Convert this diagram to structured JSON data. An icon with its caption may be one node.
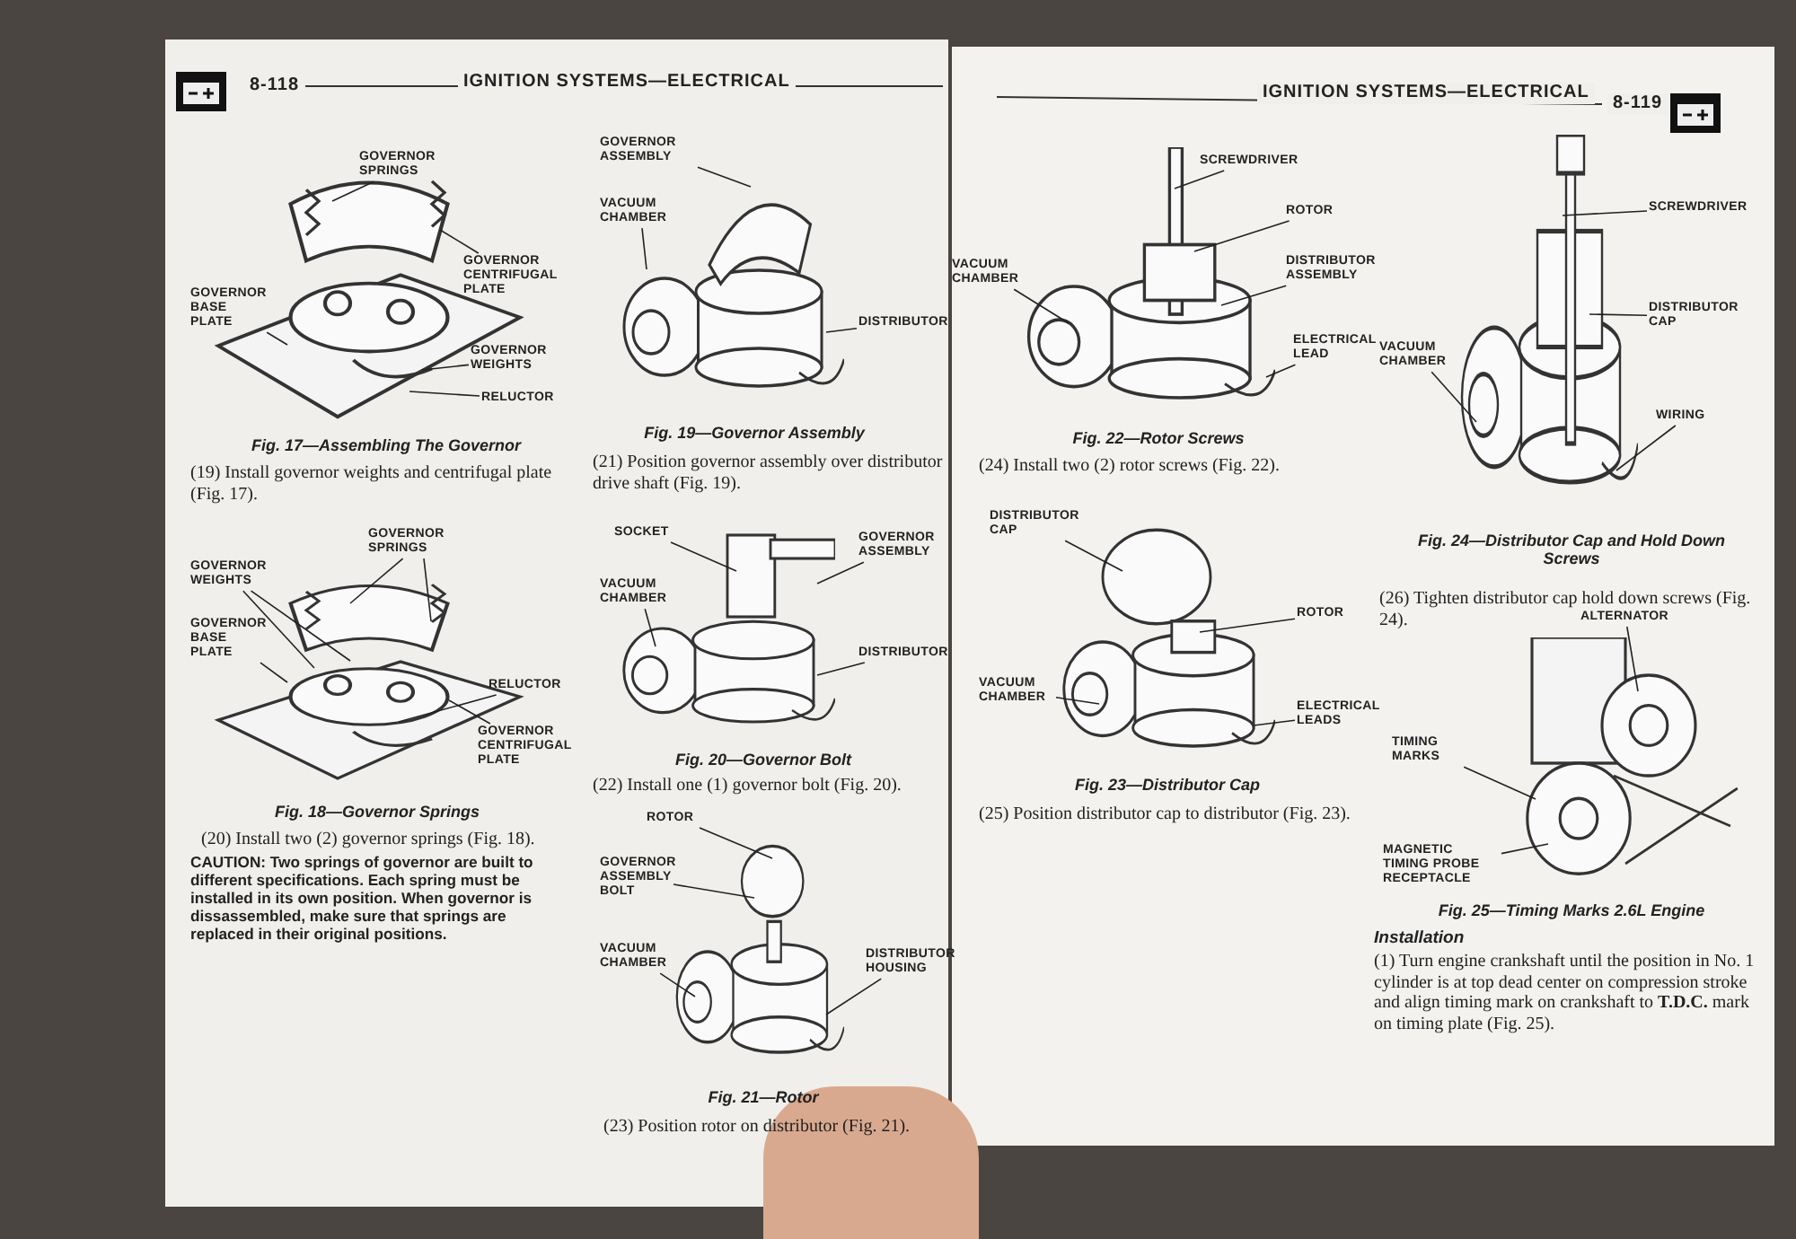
{
  "diagram": {
    "nodes": [
      {
        "text": [
          "GOVERNOR SPRINGS"
        ]
      },
      {
        "text": [
          "GOVERNOR CENTRIFUGAL PLATE"
        ]
      },
      {
        "text": [
          "GOVERNOR BASE PLATE"
        ]
      },
      {
        "text": [
          "GOVERNOR WEIGHTS"
        ]
      },
      {
        "text": [
          "RELUCTOR"
        ]
      },
      {
        "text": [
          "GOVERNOR ASSEMBLY"
        ]
      },
      {
        "text": [
          "VACUUM CHAMBER"
        ]
      },
      {
        "text": [
          "DISTRIBUTOR"
        ]
      },
      {
        "text": [
          "GOVERNOR SPRINGS"
        ]
      },
      {
        "text": [
          "GOVERNOR BASE PLATE"
        ]
      },
      {
        "text": [
          "GOVERNOR WEIGHTS"
        ]
      },
      {
        "text": [
          "RELUCTOR"
        ]
      },
      {
        "text": [
          "GOVERNOR CENTRIFUGAL PLATE"
        ]
      },
      {
        "text": [
          "SOCKET"
        ]
      },
      {
        "text": [
          "VACUUM CHAMBER"
        ]
      },
      {
        "text": [
          "GOVERNOR ASSEMBLY"
        ]
      },
      {
        "text": [
          "DISTRIBUTOR"
        ]
      },
      {
        "text": [
          "ROTOR"
        ]
      },
      {
        "text": [
          "GOVERNOR ASSEMBLY BOLT"
        ]
      },
      {
        "text": [
          "VACUUM CHAMBER"
        ]
      },
      {
        "text": [
          "DISTRIBUTOR HOUSING"
        ]
      },
      {
        "text": [
          "SCREWDRIVER"
        ]
      },
      {
        "text": [
          "ROTOR"
        ]
      },
      {
        "text": [
          "DISTRIBUTOR ASSEMBLY"
        ]
      },
      {
        "text": [
          "VACUUM CHAMBER"
        ]
      },
      {
        "text": [
          "ELECTRICAL LEAD"
        ]
      },
      {
        "text": [
          "DISTRIBUTOR CAP"
        ]
      },
      {
        "text": [
          "ROTOR"
        ]
      },
      {
        "text": [
          "VACUUM CHAMBER"
        ]
      },
      {
        "text": [
          "ELECTRICAL LEADS"
        ]
      },
      {
        "text": [
          "SCREWDRIVER"
        ]
      },
      {
        "text": [
          "DISTRIBUTOR CAP"
        ]
      },
      {
        "text": [
          "VACUUM CHAMBER"
        ]
      },
      {
        "text": [
          "WIRING"
        ]
      },
      {
        "text": [
          "ALTERNATOR"
        ]
      },
      {
        "text": [
          "TIMING MARKS"
        ]
      },
      {
        "text": [
          "MAGNETIC TIMING PROBE RECEPTACLE"
        ]
      },
      {
        "text": [],
        "shape": "picture",
        "beside": [
          "Fig. 17—Assembling The Governor"
        ]
      },
      {
        "text": [],
        "shape": "picture",
        "beside": [
          "Fig. 19—Governor Assembly"
        ]
      },
      {
        "text": [],
        "shape": "picture",
        "beside": [
          "Fig. 18—Governor Springs"
        ]
      },
      {
        "text": [],
        "shape": "picture",
        "beside": [
          "Fig. 20—Governor Bolt"
        ]
      },
      {
        "text": [],
        "shape": "picture",
        "beside": [
          "Fig. 21—Rotor"
        ]
      },
      {
        "text": [],
        "shape": "picture",
        "beside": [
          "Fig. 22—Rotor Screws"
        ]
      },
      {
        "text": [],
        "shape": "picture",
        "beside": [
          "Fig. 23—Distributor Cap"
        ]
      },
      {
        "text": [],
        "shape": "picture",
        "beside": [
          "Fig. 24—Distributor Cap and Hold Down Screws"
        ]
      },
      {
        "text": [],
        "shape": "picture",
        "beside": [
          "Fig. 25—Timing Marks 2.6L Engine"
        ]
      }
    ],
    "edges": [
      {
        "from": 0,
        "to": 37,
        "arrow": "none"
      },
      {
        "from": 1,
        "to": 37,
        "arrow": "none"
      },
      {
        "from": 2,
        "to": 37,
        "arrow": "none"
      },
      {
        "from": 3,
        "to": 37,
        "arrow": "none"
      },
      {
        "from": 4,
        "to": 37,
        "arrow": "none"
      },
      {
        "from": 5,
        "to": 38,
        "arrow": "none"
      },
      {
        "from": 6,
        "to": 38,
        "arrow": "none"
      },
      {
        "from": 7,
        "to": 38,
        "arrow": "none"
      },
      {
        "from": 8,
        "to": 39,
        "arrow": "none"
      },
      {
        "from": 8,
        "to": 39,
        "arrow": "none"
      },
      {
        "from": 9,
        "to": 39,
        "arrow": "none"
      },
      {
        "from": 10,
        "to": 39,
        "arrow": "none"
      },
      {
        "from": 10,
        "to": 39,
        "arrow": "none"
      },
      {
        "from": 11,
        "to": 39,
        "arrow": "none"
      },
      {
        "from": 12,
        "to": 39,
        "arrow": "none"
      },
      {
        "from": 13,
        "to": 40,
        "arrow": "none"
      },
      {
        "from": 14,
        "to": 40,
        "arrow": "none"
      },
      {
        "from": 15,
        "to": 40,
        "arrow": "none"
      },
      {
        "from": 16,
        "to": 40,
        "arrow": "none"
      },
      {
        "from": 17,
        "to": 41,
        "arrow": "none"
      },
      {
        "from": 18,
        "to": 41,
        "arrow": "none"
      },
      {
        "from": 19,
        "to": 41,
        "arrow": "none"
      },
      {
        "from": 20,
        "to": 41,
        "arrow": "none"
      },
      {
        "from": 21,
        "to": 42,
        "arrow": "none"
      },
      {
        "from": 22,
        "to": 42,
        "arrow": "none"
      },
      {
        "from": 23,
        "to": 42,
        "arrow": "none"
      },
      {
        "from": 24,
        "to": 42,
        "arrow": "none"
      },
      {
        "from": 25,
        "to": 42,
        "arrow": "none"
      },
      {
        "from": 26,
        "to": 43,
        "arrow": "none"
      },
      {
        "from": 27,
        "to": 43,
        "arrow": "none"
      },
      {
        "from": 28,
        "to": 43,
        "arrow": "none"
      },
      {
        "from": 29,
        "to": 43,
        "arrow": "none"
      },
      {
        "from": 30,
        "to": 44,
        "arrow": "none"
      },
      {
        "from": 31,
        "to": 44,
        "arrow": "none"
      },
      {
        "from": 32,
        "to": 44,
        "arrow": "none"
      },
      {
        "from": 33,
        "to": 44,
        "arrow": "none"
      },
      {
        "from": 34,
        "to": 45,
        "arrow": "none"
      },
      {
        "from": 35,
        "to": 45,
        "arrow": "none"
      },
      {
        "from": 36,
        "to": 45,
        "arrow": "none"
      }
    ],
    "labels": [
      "8-118",
      "IGNITION SYSTEMS—ELECTRICAL",
      "(19) Install governor weights and centrifugal plate (Fig. 17).",
      "(20) Install two (2) governor springs (Fig. 18).",
      "CAUTION: Two springs of governor are built to different specifications. Each spring must be installed in its own position. When governor is dissassembled, make sure that springs are replaced in their original positions.",
      "(21) Position governor assembly over distributor drive shaft (Fig. 19).",
      "(22) Install one (1) governor bolt (Fig. 20).",
      "(23) Position rotor on distributor (Fig. 21).",
      "IGNITION SYSTEMS—ELECTRICAL",
      "8-119",
      "(24) Install two (2) rotor screws (Fig. 22).",
      "(25) Position distributor cap to distributor (Fig. 23).",
      "(26) Tighten distributor cap hold down screws (Fig. 24).",
      "Installation",
      "(1) Turn engine crankshaft until the position in No. 1 cylinder is at top dead center on compression stroke and align timing mark on crankshaft to **T.D.C.** mark on timing plate (Fig. 25)."
    ]
  }
}
